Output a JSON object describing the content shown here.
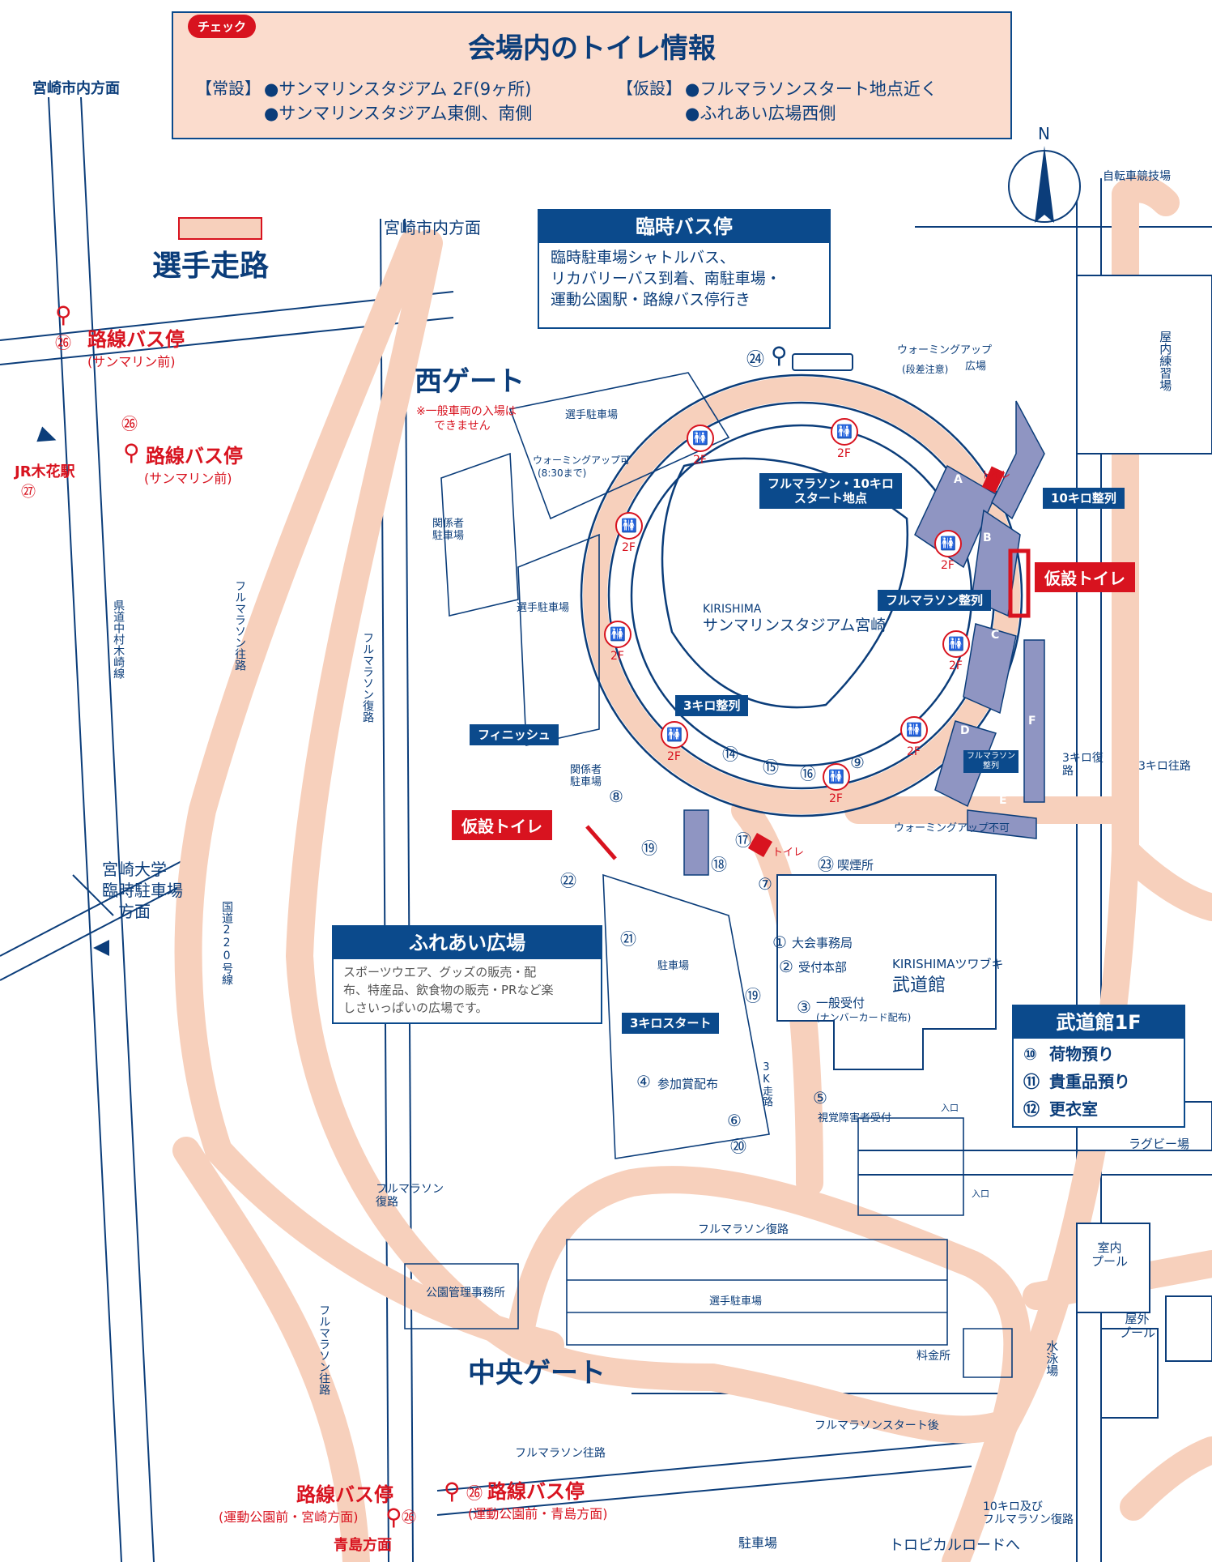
{
  "info_box": {
    "check_badge": "チェック",
    "title": "会場内のトイレ情報",
    "permanent_label": "【常設】",
    "permanent_1": "●サンマリンスタジアム 2F(9ヶ所)",
    "permanent_2": "●サンマリンスタジアム東側、南側",
    "temporary_label": "【仮設】",
    "temporary_1": "●フルマラソンスタート地点近く",
    "temporary_2": "●ふれあい広場西側"
  },
  "legend": {
    "runner_route_label": "選手走路",
    "swatch_color": "#f7d0bc"
  },
  "directions": {
    "miyazaki_city_1": "宮崎市内方面",
    "miyazaki_city_2": "宮崎市内方面",
    "jr_kibana": "JR木花駅",
    "jr_kibana_num": "㉗",
    "aoshima": "青島方面",
    "tropical_road": "トロピカルロードへ",
    "univ_1": "宮崎大学",
    "univ_2": "臨時駐車場",
    "univ_3": "方面"
  },
  "bus_stops": {
    "num": "㉖",
    "label": "路線バス停",
    "sunmarine": "(サンマリン前)",
    "park_miyazaki": "(運動公園前・宮崎方面)",
    "park_aoshima": "(運動公園前・青島方面)",
    "num_24": "㉔"
  },
  "temp_bus": {
    "title": "臨時バス停",
    "line1": "臨時駐車場シャトルバス、",
    "line2": "リカバリーバス到着、南駐車場・",
    "line3": "運動公園駅・路線バス停行き"
  },
  "gates": {
    "west": "西ゲート",
    "west_note_1": "※一般車両の入場は",
    "west_note_2": "できません",
    "central": "中央ゲート"
  },
  "stadium": {
    "name_en": "KIRISHIMA",
    "name_ja": "サンマリンスタジアム宮崎",
    "floor": "2F"
  },
  "tags": {
    "full_10k_start_1": "フルマラソン・10キロ",
    "full_10k_start_2": "スタート地点",
    "full_line_up": "フルマラソン整列",
    "tenk_line_up": "10キロ整列",
    "threek_line_up": "3キロ整列",
    "finish": "フィニッシュ",
    "threek_start": "3キロスタート",
    "temp_toilet": "仮設トイレ",
    "full_lineup_small_1": "フルマラソン",
    "full_lineup_small_2": "整列"
  },
  "fureai": {
    "title": "ふれあい広場",
    "desc_1": "スポーツウエア、グッズの販売・配",
    "desc_2": "布、特産品、飲食物の販売・PRなど楽",
    "desc_3": "しさいっぱいの広場です。"
  },
  "budokan_panel": {
    "title": "武道館1F",
    "item_10_num": "⑩",
    "item_10": "荷物預り",
    "item_11_num": "⑪",
    "item_11": "貴重品預り",
    "item_12_num": "⑫",
    "item_12": "更衣室"
  },
  "facilities": {
    "budokan_en": "KIRISHIMAツワブキ",
    "budokan_ja": "武道館",
    "p1": "大会事務局",
    "p2": "受付本部",
    "p3": "一般受付",
    "p3_sub": "(ナンバーカード配布)",
    "p4": "参加賞配布",
    "p5": "視覚障害者受付",
    "p23": "喫煙所",
    "toilet": "トイレ",
    "park_office": "公園管理事務所",
    "toll": "料金所",
    "indoor_pool": "室内\nプール",
    "outdoor_pool": "屋外\nプール",
    "diving": "水泳場",
    "rugby": "ラグビー場",
    "indoor_practice": "屋内練習場",
    "bicycle": "自転車競技場",
    "entrance": "入口"
  },
  "areas": {
    "warmup_plaza_1": "ウォーミングアップ",
    "warmup_plaza_2": "(段差注意)",
    "warmup_plaza_3": "広場",
    "warmup_ok_1": "ウォーミングアップ可",
    "warmup_ok_2": "(8:30まで)",
    "warmup_ng": "ウォーミングアップ不可",
    "player_parking": "選手駐車場",
    "staff_parking_1": "関係者",
    "staff_parking_2": "駐車場",
    "parking": "駐車場",
    "threek_run": "3K走路",
    "threek_route": "3キロ往路",
    "threek_return": "3キロ復路"
  },
  "routes": {
    "full_outbound": "フルマラソン往路",
    "full_return": "フルマラソン復路",
    "after_start": "フルマラソンスタート後",
    "tenk_full_return_1": "10キロ及び",
    "tenk_full_return_2": "フルマラソン復路",
    "prefectural_road": "県道中村木崎線",
    "national_road": "国道220号線"
  },
  "compass": {
    "north": "N"
  },
  "zones": {
    "a": "A",
    "b": "B",
    "c": "C",
    "d": "D",
    "e": "E",
    "f": "F"
  },
  "numbers": {
    "n6": "⑥",
    "n7": "⑦",
    "n8": "⑧",
    "n9": "⑨",
    "n13": "⑭",
    "n15": "⑮",
    "n16": "⑯",
    "n17": "⑰",
    "n18": "⑱",
    "n19": "⑲",
    "n20": "⑳",
    "n21": "㉑",
    "n22": "㉒",
    "n23": "㉓",
    "n1": "①",
    "n2": "②",
    "n3": "③",
    "n4": "④",
    "n5": "⑤"
  }
}
